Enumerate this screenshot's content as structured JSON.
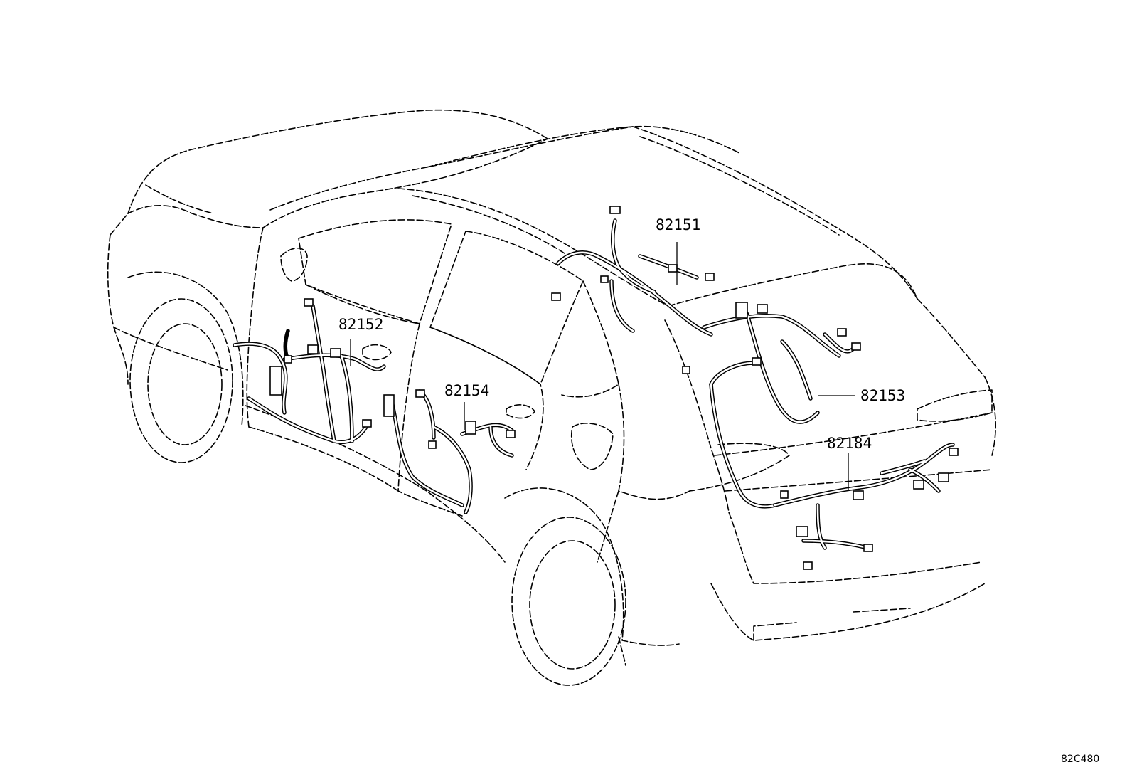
{
  "parts": [
    {
      "id": "82151",
      "label": "82151"
    },
    {
      "id": "82152",
      "label": "82152"
    },
    {
      "id": "82153",
      "label": "82153"
    },
    {
      "id": "82154",
      "label": "82154"
    },
    {
      "id": "82184",
      "label": "82184"
    }
  ],
  "diagram_code": "82C480",
  "icons": {
    "vehicle": "suv-outline-icon",
    "harness": "wire-harness-icon",
    "connector": "connector-icon"
  },
  "colors": {
    "line": "#000000",
    "background": "#ffffff"
  }
}
